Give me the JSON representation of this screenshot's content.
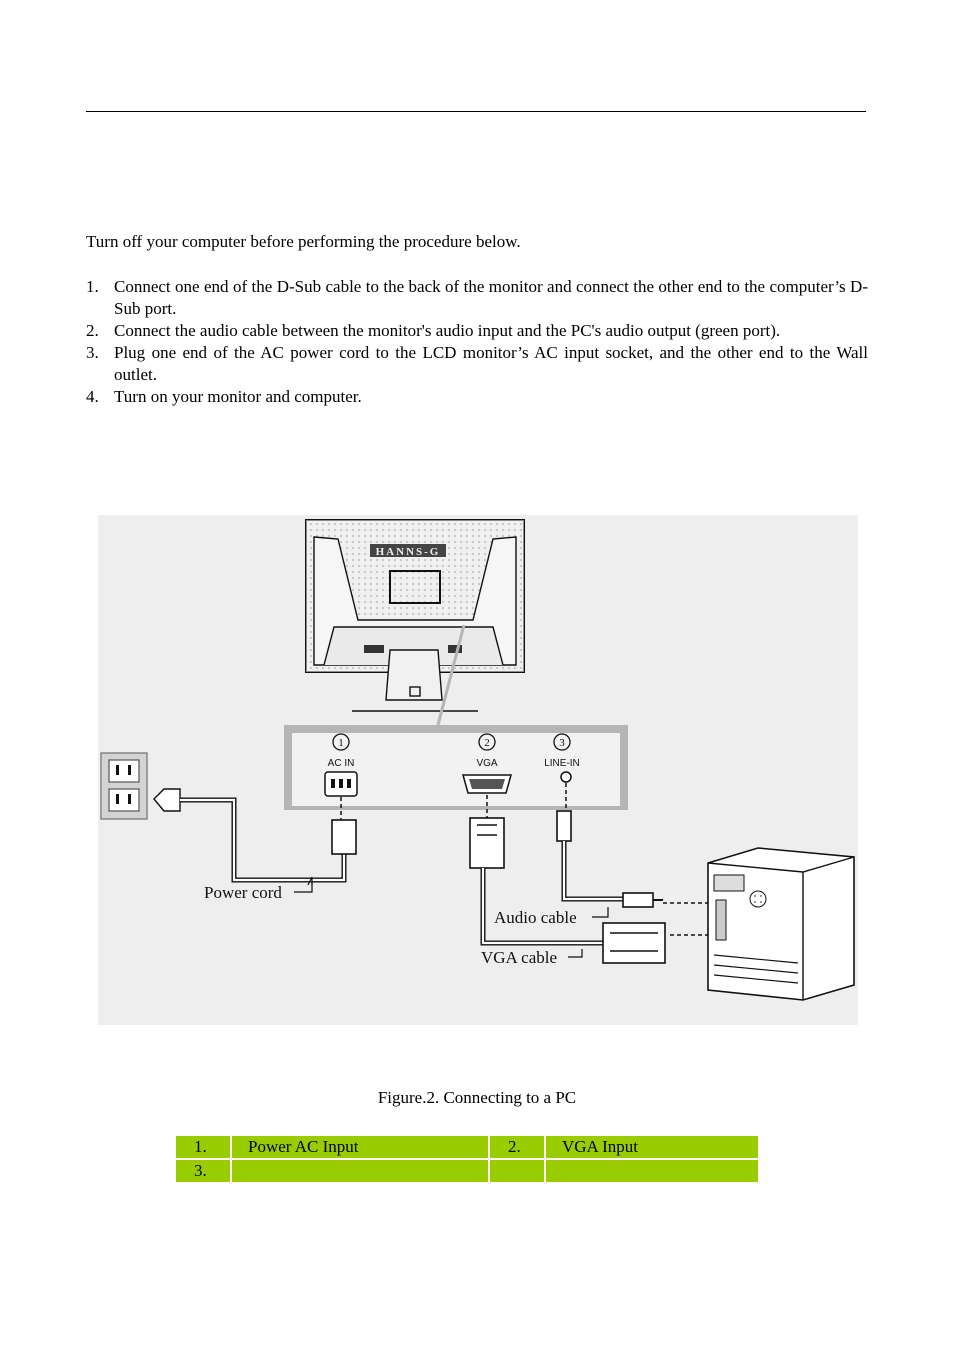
{
  "intro": "Turn off your computer before performing the procedure below.",
  "steps": [
    {
      "num": "1.",
      "text": "Connect one end of the D-Sub cable to the back of the monitor and connect the other end to the computer’s D-Sub port."
    },
    {
      "num": "2.",
      "text": "Connect the audio cable between the monitor's audio input and the PC's audio output (green port)."
    },
    {
      "num": "3.",
      "text": "Plug one end of the AC power cord to the LCD monitor’s AC input socket, and the other end to the Wall outlet."
    },
    {
      "num": "4.",
      "text": "Turn on your monitor and computer."
    }
  ],
  "figure": {
    "brand": "HANNS-G",
    "ports": [
      {
        "num": "1",
        "label": "AC IN"
      },
      {
        "num": "2",
        "label": "VGA"
      },
      {
        "num": "3",
        "label": "LINE-IN"
      }
    ],
    "callouts": {
      "power_cord": "Power cord",
      "audio_cable": "Audio cable",
      "vga_cable": "VGA cable"
    }
  },
  "caption": "Figure.2. Connecting to a PC",
  "port_table": {
    "rows": [
      [
        {
          "num": "1.",
          "label": "Power AC Input"
        },
        {
          "num": "2.",
          "label": "VGA Input"
        }
      ],
      [
        {
          "num": "3.",
          "label": ""
        },
        {
          "num": "",
          "label": ""
        }
      ]
    ]
  },
  "colors": {
    "table_fill": "#9acd00",
    "panel_border": "#b5b5b5"
  }
}
